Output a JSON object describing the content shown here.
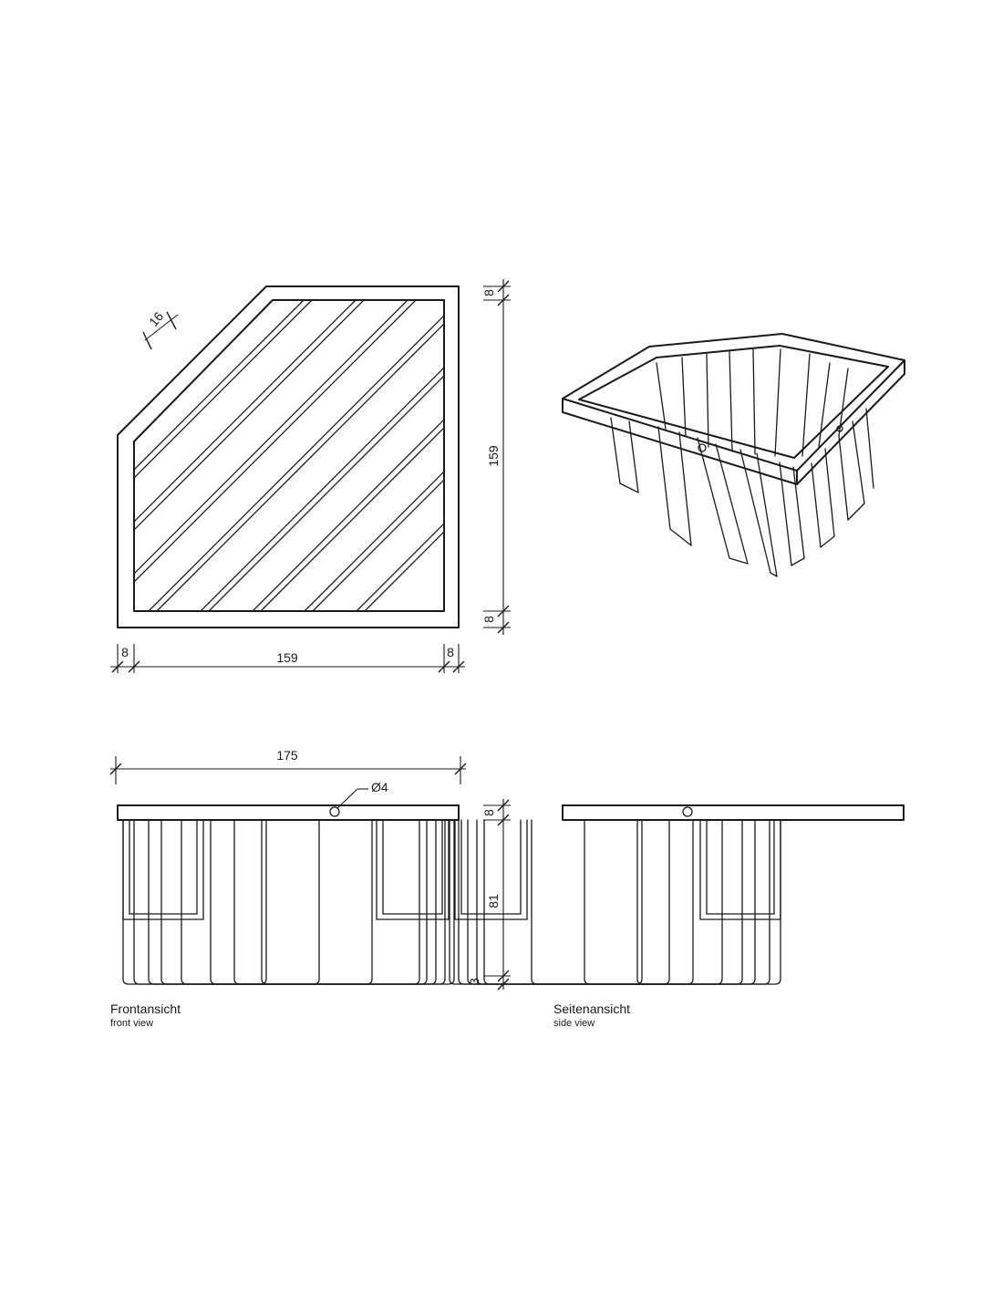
{
  "dimensions": {
    "top_view": {
      "bar_pitch": "16",
      "frame_left": "8",
      "inner_width": "159",
      "frame_right": "8",
      "frame_top": "8",
      "inner_depth": "159",
      "frame_bottom": "8"
    },
    "front_view": {
      "overall_width": "175",
      "hole_diameter": "Ø4",
      "rim_height": "8",
      "basket_height": "81",
      "base_height": "3"
    }
  },
  "captions": {
    "front": {
      "de": "Frontansicht",
      "en": "front view"
    },
    "side": {
      "de": "Seitenansicht",
      "en": "side view"
    }
  }
}
